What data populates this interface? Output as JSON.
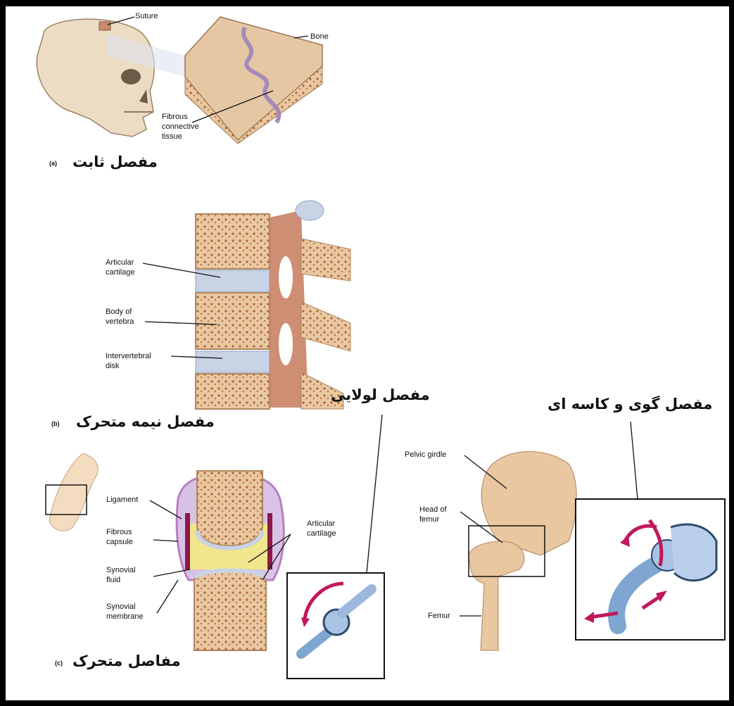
{
  "colors": {
    "bone": "#e8c9a0",
    "marrow": "#c98d5f",
    "cartilage": "#c9d3e6",
    "synovial": "#f0e68c",
    "capsule": "#b87fc0",
    "arrow": "#c2185b",
    "joint_blue": "#7fa6d1"
  },
  "panel_a": {
    "tag": "(a)",
    "title": "مفصل ثابت",
    "labels": {
      "suture": "Suture",
      "bone": "Bone",
      "fibrous_line1": "Fibrous",
      "fibrous_line2": "connective",
      "fibrous_line3": "tissue"
    }
  },
  "panel_b": {
    "tag": "(b)",
    "title": "مفصل نیمه متحرک",
    "labels": {
      "artic1": "Articular",
      "artic2": "cartilage",
      "body1": "Body of",
      "body2": "vertebra",
      "inter1": "Intervertebral",
      "inter2": "disk"
    }
  },
  "panel_c": {
    "tag": "(c)",
    "title": "مفاصل متحرک",
    "hinge_title": "مفصل لولایی",
    "ball_title": "مفصل گوی و کاسه ای",
    "labels": {
      "ligament": "Ligament",
      "fibrous1": "Fibrous",
      "fibrous2": "capsule",
      "syn_fluid1": "Synovial",
      "syn_fluid2": "fluid",
      "syn_mem1": "Synovial",
      "syn_mem2": "membrane",
      "artic1": "Articular",
      "artic2": "cartilage",
      "pelvic": "Pelvic girdle",
      "head1": "Head of",
      "head2": "femur",
      "femur": "Femur"
    }
  }
}
